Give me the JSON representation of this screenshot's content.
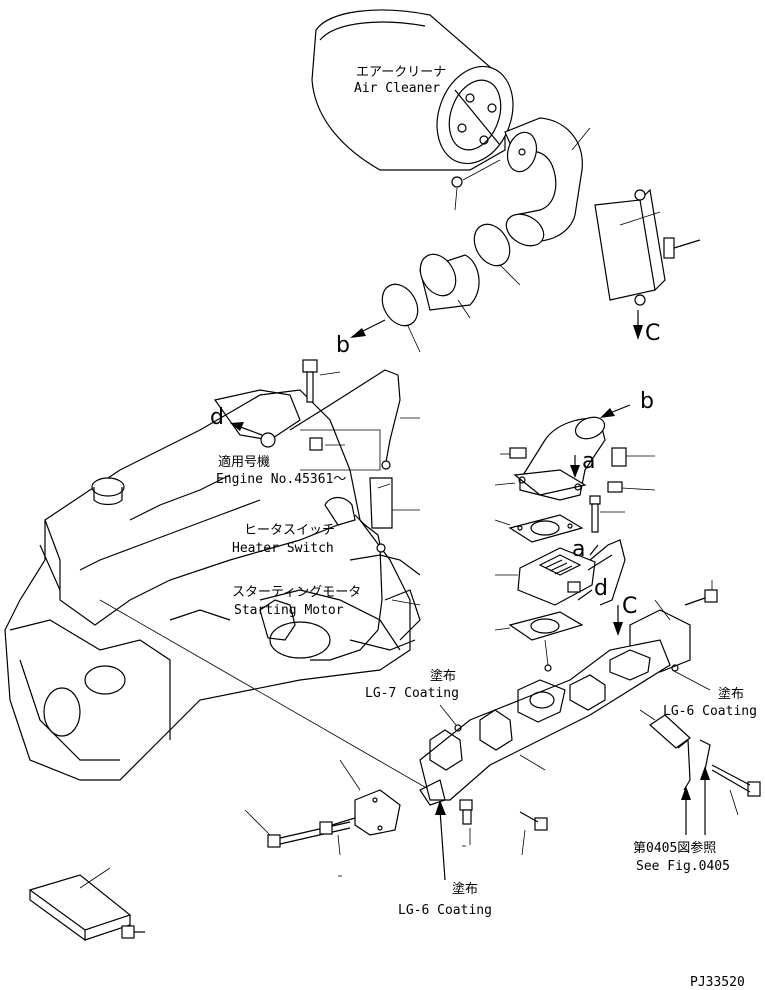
{
  "labels": {
    "air_cleaner_jp": "エアークリーナ",
    "air_cleaner_en": "Air Cleaner",
    "applicable_jp": "適用号機",
    "engine_no": "Engine No.45361～",
    "heater_switch_jp": "ヒータスイッチ",
    "heater_switch_en": "Heater Switch",
    "starting_motor_jp": "スターティングモータ",
    "starting_motor_en": "Starting Motor",
    "coating_jp_1": "塗布",
    "lg7_coating": "LG-7 Coating",
    "coating_jp_2": "塗布",
    "lg6_coating_right": "LG-6 Coating",
    "coating_jp_3": "塗布",
    "lg6_coating_bottom": "LG-6 Coating",
    "see_fig_jp": "第0405図参照",
    "see_fig_en": "See Fig.0405",
    "drawing_no": "PJ33520"
  },
  "markers": {
    "a1": "a",
    "a2": "a",
    "b1": "b",
    "b2": "b",
    "c1": "C",
    "c2": "C",
    "d1": "d",
    "d2": "d"
  }
}
